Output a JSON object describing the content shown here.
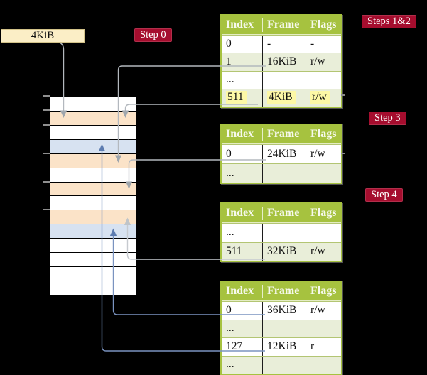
{
  "frame_label": {
    "text": "4KiB"
  },
  "steps": [
    {
      "label": "Step 0"
    },
    {
      "label": "Steps 1&2"
    },
    {
      "label": "Step 3"
    },
    {
      "label": "Step 4"
    }
  ],
  "tables": [
    {
      "name": "page-table-step-1-2",
      "headers": [
        "Index",
        "Frame",
        "Flags"
      ],
      "rows": [
        {
          "index": "0",
          "frame": "-",
          "flags": "-",
          "shaded": false,
          "highlight": false
        },
        {
          "index": "1",
          "frame": "16KiB",
          "flags": "r/w",
          "shaded": true,
          "highlight": false
        },
        {
          "index": "...",
          "frame": "",
          "flags": "",
          "shaded": false,
          "highlight": false
        },
        {
          "index": "511",
          "frame": "4KiB",
          "flags": "r/w",
          "shaded": true,
          "highlight": true
        }
      ]
    },
    {
      "name": "page-table-step-3",
      "headers": [
        "Index",
        "Frame",
        "Flags"
      ],
      "rows": [
        {
          "index": "0",
          "frame": "24KiB",
          "flags": "r/w",
          "shaded": false,
          "highlight": false
        },
        {
          "index": "...",
          "frame": "",
          "flags": "",
          "shaded": true,
          "highlight": false
        }
      ]
    },
    {
      "name": "page-table-step-4",
      "headers": [
        "Index",
        "Frame",
        "Flags"
      ],
      "rows": [
        {
          "index": "...",
          "frame": "",
          "flags": "",
          "shaded": false,
          "highlight": false
        },
        {
          "index": "511",
          "frame": "32KiB",
          "flags": "r/w",
          "shaded": true,
          "highlight": false
        }
      ]
    },
    {
      "name": "page-table-final",
      "headers": [
        "Index",
        "Frame",
        "Flags"
      ],
      "rows": [
        {
          "index": "0",
          "frame": "36KiB",
          "flags": "r/w",
          "shaded": false,
          "highlight": false
        },
        {
          "index": "...",
          "frame": "",
          "flags": "",
          "shaded": true,
          "highlight": false
        },
        {
          "index": "127",
          "frame": "12KiB",
          "flags": "r",
          "shaded": false,
          "highlight": false
        },
        {
          "index": "...",
          "frame": "",
          "flags": "",
          "shaded": true,
          "highlight": false
        }
      ]
    }
  ],
  "memory": {
    "rows": [
      "white",
      "peach",
      "white",
      "blue",
      "peach",
      "white",
      "peach",
      "white",
      "peach",
      "blue",
      "white",
      "white",
      "white",
      "white"
    ]
  },
  "connectors": [
    {
      "from": "frame-size-label",
      "to": "memory-row-2",
      "style": "gray-down"
    },
    {
      "from": "table-1-row-1",
      "to": "memory-row-5",
      "style": "gray-down"
    },
    {
      "from": "table-1-row-511",
      "to": "memory-row-2",
      "style": "gray-down"
    },
    {
      "from": "table-2-row-0",
      "to": "memory-row-7",
      "style": "gray-down"
    },
    {
      "from": "table-3-row-511",
      "to": "memory-row-9",
      "style": "gray-up"
    },
    {
      "from": "table-4-row-0",
      "to": "memory-row-10",
      "style": "blue-up"
    },
    {
      "from": "table-4-row-127",
      "to": "memory-row-4",
      "style": "blue-up"
    }
  ],
  "colors": {
    "background": "#000000",
    "badge_red": "#a50d2e",
    "table_header_green": "#a6c23f",
    "row_shade_green": "#e9eed9",
    "highlight_yellow": "#fdf8a6",
    "memory_peach": "#fbe3c8",
    "memory_blue": "#d7e2f1",
    "frame_box_cream": "#fbeec6",
    "arrow_gray": "#b3b8be",
    "arrow_blue": "#7a93c0"
  }
}
